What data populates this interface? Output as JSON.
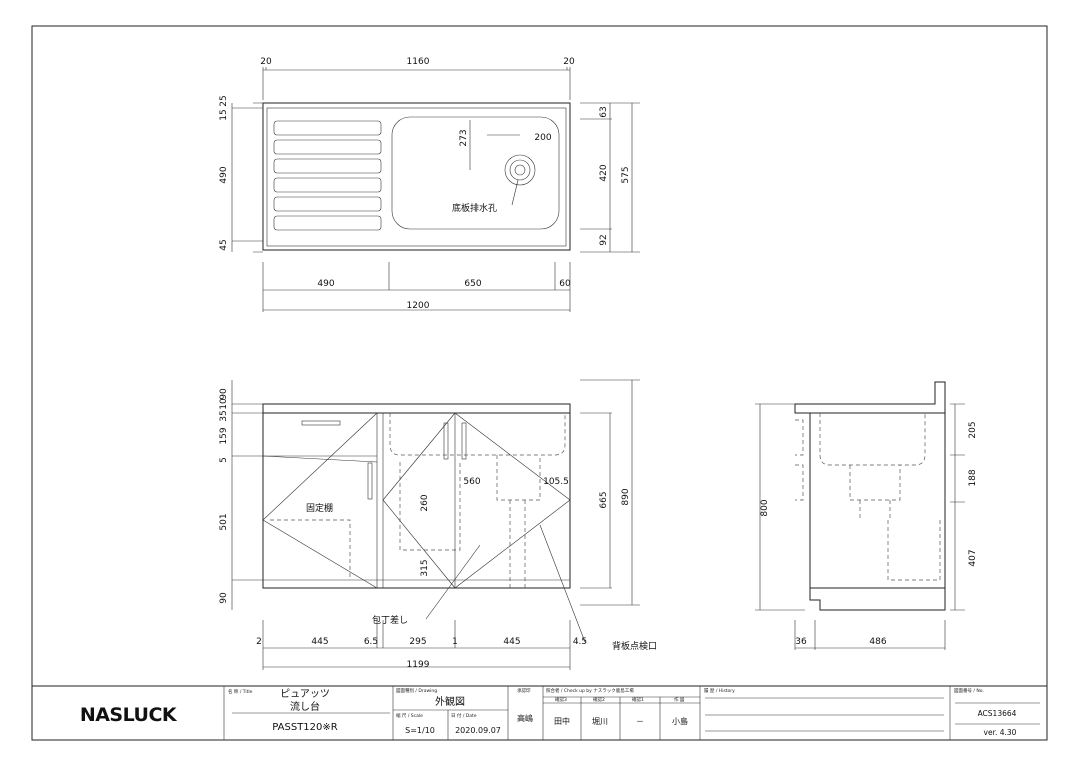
{
  "top_view": {
    "dims_top": [
      "20",
      "1160",
      "20"
    ],
    "dims_left": [
      "15",
      "25",
      "490",
      "45"
    ],
    "dims_right": [
      "63",
      "420",
      "92",
      "575"
    ],
    "dims_bottom": [
      "490",
      "650",
      "60",
      "1200"
    ],
    "inner": [
      "273",
      "200"
    ],
    "drain_label": "底板排水孔"
  },
  "front_view": {
    "dims_left": [
      "90",
      "10",
      "35",
      "159",
      "5",
      "501",
      "90"
    ],
    "dims_right": [
      "665",
      "890"
    ],
    "inner": [
      "560",
      "105.5",
      "260",
      "315"
    ],
    "dims_bottom": [
      "2",
      "445",
      "6.5",
      "295",
      "1",
      "445",
      "4.5",
      "1199"
    ],
    "shelf_label": "固定棚",
    "knife_label": "包丁差し",
    "access_label": "背板点検口"
  },
  "side_view": {
    "dims_right": [
      "205",
      "188",
      "407"
    ],
    "dims_left": [
      "800"
    ],
    "dims_bottom": [
      "36",
      "486"
    ]
  },
  "title_block": {
    "logo": "NASLUCK",
    "title_label": "名 称 / Title",
    "title_1": "ピュアッツ",
    "title_2": "流し台",
    "model": "PASST120※R",
    "drawing_label": "図面種別 / Drawing",
    "drawing": "外観図",
    "scale_label": "縮 尺 / Scale",
    "scale": "S=1/10",
    "date_label": "日 付 / Date",
    "date": "2020.09.07",
    "approval_label": "承認印",
    "approver": "高嶋",
    "check_label": "照合者 / Check up by ナスラック鹿島工場",
    "check3_label": "確認3",
    "check2_label": "確認2",
    "check1_label": "確認1",
    "draw_label": "作 図",
    "check3": "田中",
    "check2": "堀川",
    "check1": "－",
    "drawer": "小島",
    "history_label": "履 歴 / History",
    "no_label": "図面番号 / No.",
    "number": "ACS13664",
    "version": "ver. 4.30"
  }
}
